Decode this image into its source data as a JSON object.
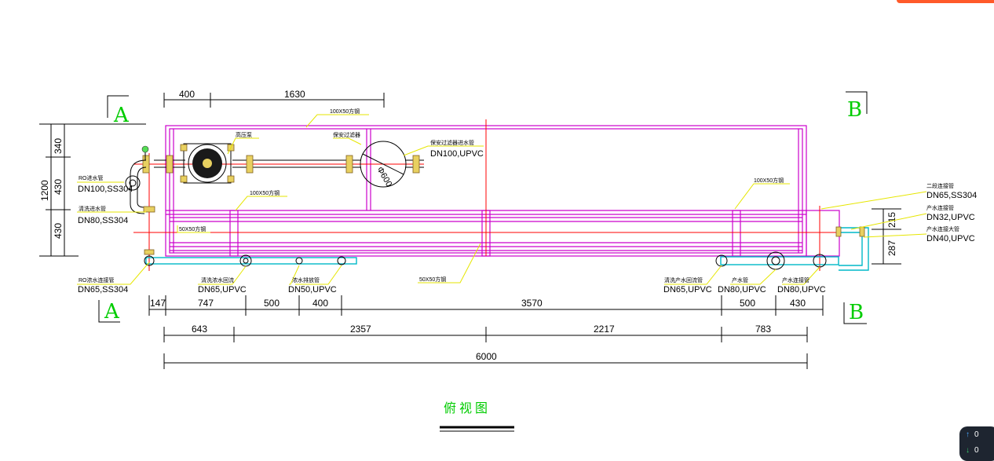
{
  "section_marks": {
    "a_top": "A",
    "a_bottom": "A",
    "b_top": "B",
    "b_bottom": "B"
  },
  "dims_top": {
    "d400": "400",
    "d1630": "1630"
  },
  "dims_left": {
    "d340": "340",
    "d430a": "430",
    "d1200": "1200",
    "d430b": "430"
  },
  "dims_right": {
    "d215": "215",
    "d287": "287"
  },
  "dims_bottom_row1": {
    "d147": "147",
    "d747": "747",
    "d500a": "500",
    "d400": "400",
    "d3570": "3570",
    "d500b": "500",
    "d430": "430"
  },
  "dims_bottom_row2": {
    "d643": "643",
    "d2357": "2357",
    "d2217": "2217",
    "d783": "783"
  },
  "dims_total": "6000",
  "labels": {
    "frame_top": "100X50方钢",
    "hp_pump": "高压泵",
    "cartridge_filter": "保安过滤器",
    "filter_inlet": "保安过滤器进水管",
    "filter_inlet_spec": "DN100,UPVC",
    "filter_dia": "Φ600",
    "ro_inlet": "RO进水管",
    "ro_inlet_spec": "DN100,SS304",
    "frame_mid_left": "100X50方钢",
    "flush_inlet": "清洗进水管",
    "flush_inlet_spec": "DN80,SS304",
    "beam_50": "50X50方钢",
    "frame_mid_right": "100X50方钢",
    "second_stage": "二段连接管",
    "second_stage_spec": "DN65,SS304",
    "product_conn": "产水连接管",
    "product_conn_spec": "DN32,UPVC",
    "product_conn_big": "产水连接大管",
    "product_conn_big_spec": "DN40,UPVC",
    "ro_conc": "RO浓水连接管",
    "ro_conc_spec": "DN65,SS304",
    "flush_return": "清洗浓水回流",
    "flush_return_spec": "DN65,UPVC",
    "conc_drain": "浓水排放管",
    "conc_drain_spec": "DN50,UPVC",
    "beam_bottom": "50X50方钢",
    "flush_product": "清洗产水回流管",
    "flush_product_spec": "DN65,UPVC",
    "product_pipe": "产水管",
    "product_pipe_spec": "DN80,UPVC",
    "product_conn2": "产水连接管",
    "product_conn2_spec": "DN80,UPVC"
  },
  "title": "俯视图",
  "widget": {
    "up_value": "0",
    "down_value": "0"
  },
  "colors": {
    "frame": "#cc00cc",
    "centerline": "#ff0000",
    "pipe": "#00b8c8",
    "section_text": "#00cc00",
    "leader": "#e6e600"
  }
}
